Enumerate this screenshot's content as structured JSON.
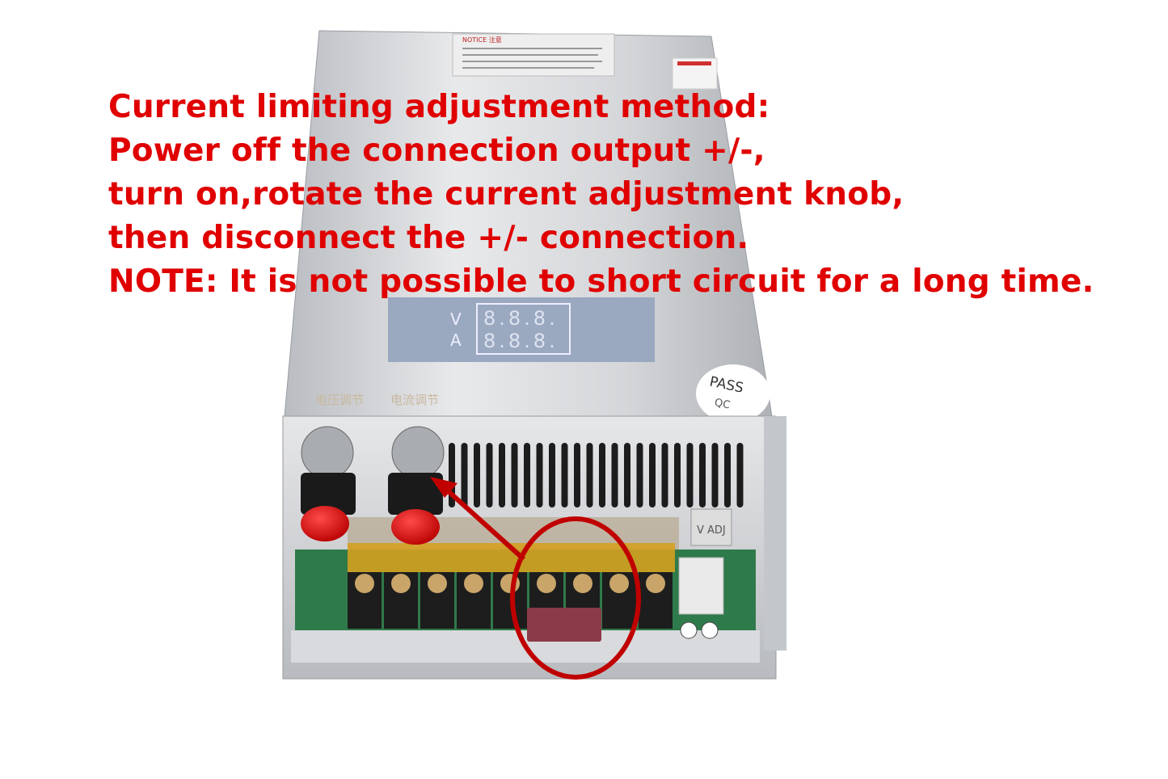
{
  "overlay": {
    "lines": [
      "Current limiting adjustment method:",
      "Power off the connection output +/-,",
      "turn on,rotate the current adjustment knob,",
      "then disconnect the +/- connection.",
      "NOTE: It is not possible to short circuit for a long time."
    ],
    "color": "#e00000"
  },
  "product": {
    "notice_label": "NOTICE 注意",
    "display": {
      "voltage_label": "V",
      "current_label": "A",
      "voltage_digits": "8.8.8.",
      "current_digits": "8.8.8."
    },
    "knob_labels": [
      "电压调节",
      "电流调节"
    ],
    "qc_sticker": {
      "line1": "PASS",
      "line2": "QC"
    },
    "adjust_label": "V ADJ",
    "highlight_color": "#c00000"
  }
}
